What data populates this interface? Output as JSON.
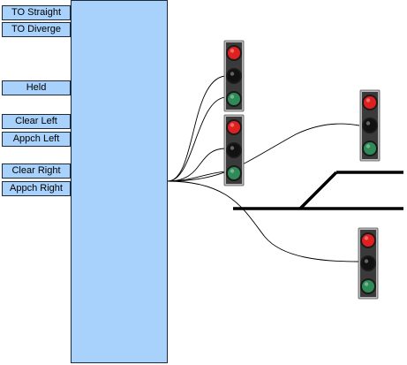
{
  "panel": {
    "labels": {
      "to_straight": "TO Straight",
      "to_diverge": "TO Diverge",
      "held": "Held",
      "clear_left": "Clear Left",
      "appch_left": "Appch Left",
      "clear_right": "Clear Right",
      "appch_right": "Appch Right"
    }
  },
  "signals": [
    {
      "id": "signal-left-upper",
      "aspects": [
        "red",
        "black",
        "green"
      ]
    },
    {
      "id": "signal-left-lower",
      "aspects": [
        "red",
        "black",
        "green"
      ]
    },
    {
      "id": "signal-right-upper",
      "aspects": [
        "red",
        "black",
        "green"
      ]
    },
    {
      "id": "signal-right-lower",
      "aspects": [
        "red",
        "black",
        "green"
      ]
    }
  ],
  "colors": {
    "panel_fill": "#a8d1fb",
    "panel_border": "#1e2a38",
    "signal_red": "#e02020",
    "signal_black": "#111111",
    "signal_green": "#2e8b57",
    "signal_housing": "#b9b9b9",
    "track": "#000000",
    "wire": "#000000"
  }
}
